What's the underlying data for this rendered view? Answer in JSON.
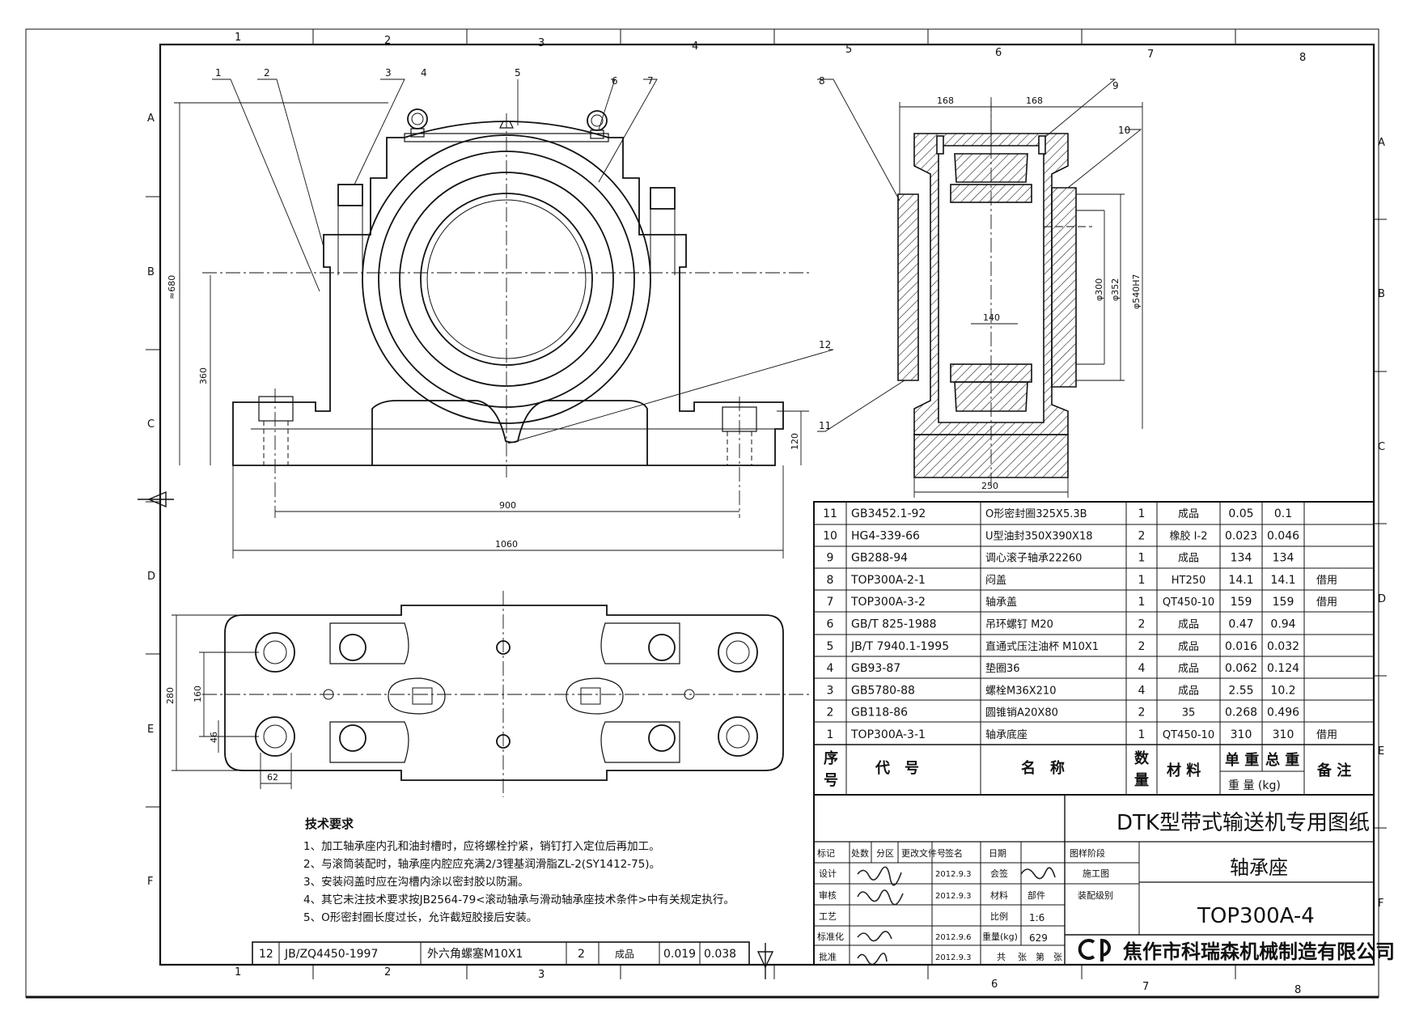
{
  "zones": {
    "columns": [
      "1",
      "2",
      "3",
      "4",
      "5",
      "6",
      "7",
      "8"
    ],
    "rows": [
      "A",
      "B",
      "C",
      "D",
      "E",
      "F"
    ]
  },
  "balloons": [
    "1",
    "2",
    "3",
    "4",
    "5",
    "6",
    "7",
    "8",
    "9",
    "10",
    "11",
    "12"
  ],
  "dimensions": {
    "front": {
      "height_total": "≈680",
      "center_height": "360",
      "base_height": "120",
      "bolt_spacing": "900",
      "base_length": "1060"
    },
    "side": {
      "left_half": "168",
      "right_half": "168",
      "bore_width": "140",
      "base_width": "250",
      "d1": "φ300",
      "d2": "φ352",
      "d3": "φ540H7"
    },
    "plan": {
      "width": "280",
      "bolt_row": "160",
      "edge": "46",
      "hole_offset": "62"
    }
  },
  "parts_table": {
    "header": {
      "seq": "序\n号",
      "code": "代　号",
      "name": "名　称",
      "qty": "数\n量",
      "material": "材 料",
      "unit_weight": "单 重",
      "total_weight": "总 重",
      "weight_unit": "重 量 (kg)",
      "remark": "备 注"
    },
    "rows": [
      {
        "seq": "11",
        "code": "GB3452.1-92",
        "name": "O形密封圈325X5.3B",
        "qty": "1",
        "material": "成品",
        "unit": "0.05",
        "total": "0.1",
        "remark": ""
      },
      {
        "seq": "10",
        "code": "HG4-339-66",
        "name": "U型油封350X390X18",
        "qty": "2",
        "material": "橡胶 I-2",
        "unit": "0.023",
        "total": "0.046",
        "remark": ""
      },
      {
        "seq": "9",
        "code": "GB288-94",
        "name": "调心滚子轴承22260",
        "qty": "1",
        "material": "成品",
        "unit": "134",
        "total": "134",
        "remark": ""
      },
      {
        "seq": "8",
        "code": "TOP300A-2-1",
        "name": "闷盖",
        "qty": "1",
        "material": "HT250",
        "unit": "14.1",
        "total": "14.1",
        "remark": "借用"
      },
      {
        "seq": "7",
        "code": "TOP300A-3-2",
        "name": "轴承盖",
        "qty": "1",
        "material": "QT450-10",
        "unit": "159",
        "total": "159",
        "remark": "借用"
      },
      {
        "seq": "6",
        "code": "GB/T 825-1988",
        "name": "吊环螺钉 M20",
        "qty": "2",
        "material": "成品",
        "unit": "0.47",
        "total": "0.94",
        "remark": ""
      },
      {
        "seq": "5",
        "code": "JB/T 7940.1-1995",
        "name": "直通式压注油杯 M10X1",
        "qty": "2",
        "material": "成品",
        "unit": "0.016",
        "total": "0.032",
        "remark": ""
      },
      {
        "seq": "4",
        "code": "GB93-87",
        "name": "垫圈36",
        "qty": "4",
        "material": "成品",
        "unit": "0.062",
        "total": "0.124",
        "remark": ""
      },
      {
        "seq": "3",
        "code": "GB5780-88",
        "name": "螺栓M36X210",
        "qty": "4",
        "material": "成品",
        "unit": "2.55",
        "total": "10.2",
        "remark": ""
      },
      {
        "seq": "2",
        "code": "GB118-86",
        "name": "圆锥销A20X80",
        "qty": "2",
        "material": "35",
        "unit": "0.268",
        "total": "0.496",
        "remark": ""
      },
      {
        "seq": "1",
        "code": "TOP300A-3-1",
        "name": "轴承底座",
        "qty": "1",
        "material": "QT450-10",
        "unit": "310",
        "total": "310",
        "remark": "借用"
      }
    ],
    "bottom_row": {
      "seq": "12",
      "code": "JB/ZQ4450-1997",
      "name": "外六角螺塞M10X1",
      "qty": "2",
      "material": "成品",
      "unit": "0.019",
      "total": "0.038"
    }
  },
  "title_block": {
    "drawing_series": "DTK型带式输送机专用图纸",
    "part_name": "轴承座",
    "drawing_no": "TOP300A-4",
    "company": "焦作市科瑞森机械制造有限公司",
    "labels": {
      "mark": "标记",
      "count": "处数",
      "zone": "分区",
      "change_doc": "更改文件号",
      "sign": "签名",
      "date": "日期",
      "stage": "图样阶段",
      "design": "设计",
      "review": "审核",
      "process": "工艺",
      "standard": "标准化",
      "approve": "批准",
      "countersign": "会签",
      "material": "材料",
      "part": "部件",
      "scale": "比例",
      "weight": "重量(kg)",
      "total_sheets": "共",
      "sheets": "张",
      "page": "第",
      "stage_construction": "施工图",
      "stage_assembly": "装配级别"
    },
    "values": {
      "scale": "1:6",
      "weight": "629",
      "design_date": "2012.9.3",
      "review_date": "2012.9.3",
      "standard_date": "2012.9.6",
      "approve_date": "2012.9.3"
    }
  },
  "requirements": {
    "title": "技术要求",
    "items": [
      "1、加工轴承座内孔和油封槽时，应将螺栓拧紧，销钉打入定位后再加工。",
      "2、与滚筒装配时，轴承座内腔应充满2/3锂基润滑脂ZL-2(SY1412-75)。",
      "3、安装闷盖时应在沟槽内涂以密封胶以防漏。",
      "4、其它未注技术要求按JB2564-79<滚动轴承与滑动轴承座技术条件>中有关规定执行。",
      "5、O形密封圈长度过长，允许截短胶接后安装。"
    ]
  }
}
